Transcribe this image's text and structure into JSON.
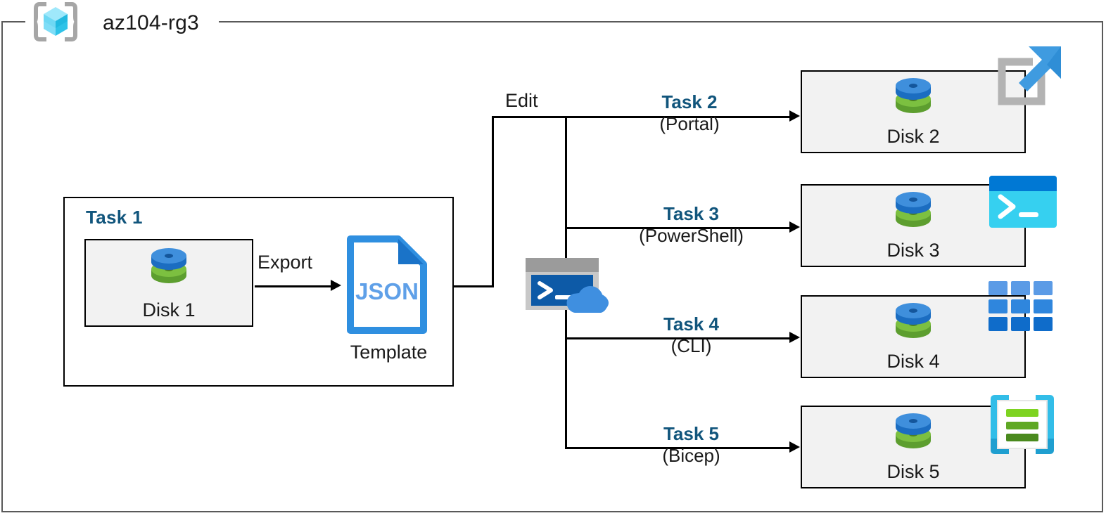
{
  "diagram": {
    "title": "az104-rg3",
    "resource_group_icon": "resource-group-cube-icon",
    "accent_color": "#11557c",
    "box_fill": "#f2f2f2",
    "frame_color": "#595959"
  },
  "task1": {
    "label": "Task 1",
    "disk": {
      "caption": "Disk 1",
      "icon": "managed-disk-icon"
    },
    "export_label": "Export",
    "template": {
      "file_type": "JSON",
      "caption": "Template",
      "icon": "json-file-icon"
    }
  },
  "edit": {
    "label": "Edit",
    "shell_icon": "cloud-shell-icon"
  },
  "branches": [
    {
      "task": "Task 2",
      "method": "(Portal)",
      "target": "Disk 2",
      "icon": "azure-portal-icon"
    },
    {
      "task": "Task 3",
      "method": "(PowerShell)",
      "target": "Disk 3",
      "icon": "powershell-icon"
    },
    {
      "task": "Task 4",
      "method": "(CLI)",
      "target": "Disk 4",
      "icon": "azure-cli-icon"
    },
    {
      "task": "Task 5",
      "method": "(Bicep)",
      "target": "Disk 5",
      "icon": "bicep-icon"
    }
  ]
}
